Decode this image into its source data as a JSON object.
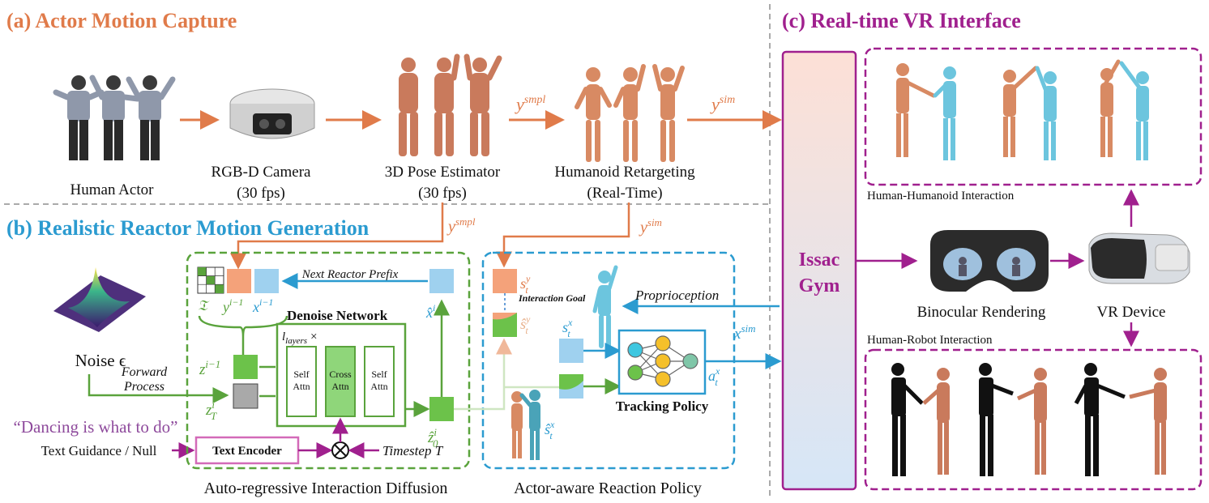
{
  "colors": {
    "orange": "#e07b4a",
    "blue": "#2b9bd0",
    "purple": "#a0208e",
    "green": "#5aa33c",
    "gray": "#9a9a9a"
  },
  "section_a": {
    "title": "(a) Actor Motion Capture",
    "human_actor": "Human Actor",
    "camera_l1": "RGB-D Camera",
    "camera_l2": "(30 fps)",
    "pose_l1": "3D Pose Estimator",
    "pose_l2": "(30 fps)",
    "retarget_l1": "Humanoid Retargeting",
    "retarget_l2": "(Real-Time)",
    "y_smpl": "y",
    "y_smpl_sup": "smpl",
    "y_sim": "y",
    "y_sim_sup": "sim"
  },
  "section_b": {
    "title": "(b) Realistic Reactor Motion Generation",
    "noise": "Noise ϵ",
    "forward_l1": "Forward",
    "forward_l2": "Process",
    "text_quote": "“Dancing is what to do”",
    "text_guidance": "Text Guidance / Null",
    "text_encoder": "Text Encoder",
    "timestep": "Timestep T",
    "next_prefix": "Next Reactor Prefix",
    "denoise": "Denoise Network",
    "layers": "l",
    "layers_sub": "layers",
    "layers_x": "×",
    "self_attn_1": "Self",
    "attn": "Attn",
    "cross": "Cross",
    "sym_I": "𝔗",
    "sym_y": "y",
    "sym_y_sup": "i−1",
    "sym_x": "x",
    "sym_x_sup": "i−1",
    "sym_z": "z",
    "sym_z_sup": "i−1",
    "sym_zT": "z",
    "sym_zT_sup": "i",
    "sym_zT_sub": "T",
    "sym_z0": "ẑ",
    "sym_z0_sup": "i",
    "sym_z0_sub": "0",
    "sym_xhat": "x̂",
    "sym_xhat_sup": "i",
    "diffusion_caption": "Auto-regressive Interaction Diffusion",
    "policy_caption": "Actor-aware Reaction Policy",
    "interaction_goal": "Interaction Goal",
    "proprioception": "Proprioception",
    "tracking_policy": "Tracking Policy",
    "s_ty": "s",
    "s_ty_sup": "y",
    "s_ty_sub": "t",
    "shat_ty": "ŝ",
    "shat_ty_sup": "y",
    "shat_ty_sub": "t",
    "s_tx": "s",
    "s_tx_sup": "x",
    "s_tx_sub": "t",
    "shat_tx": "ŝ",
    "shat_tx_sup": "x",
    "shat_tx_sub": "t",
    "a_tx": "a",
    "a_tx_sup": "x",
    "a_tx_sub": "t",
    "x_sim": "x",
    "x_sim_sup": "sim"
  },
  "section_c": {
    "title": "(c) Real-time VR Interface",
    "gym_l1": "Issac",
    "gym_l2": "Gym",
    "hh": "Human-Humanoid Interaction",
    "hr": "Human-Robot Interaction",
    "binocular": "Binocular Rendering",
    "vr": "VR Device"
  }
}
